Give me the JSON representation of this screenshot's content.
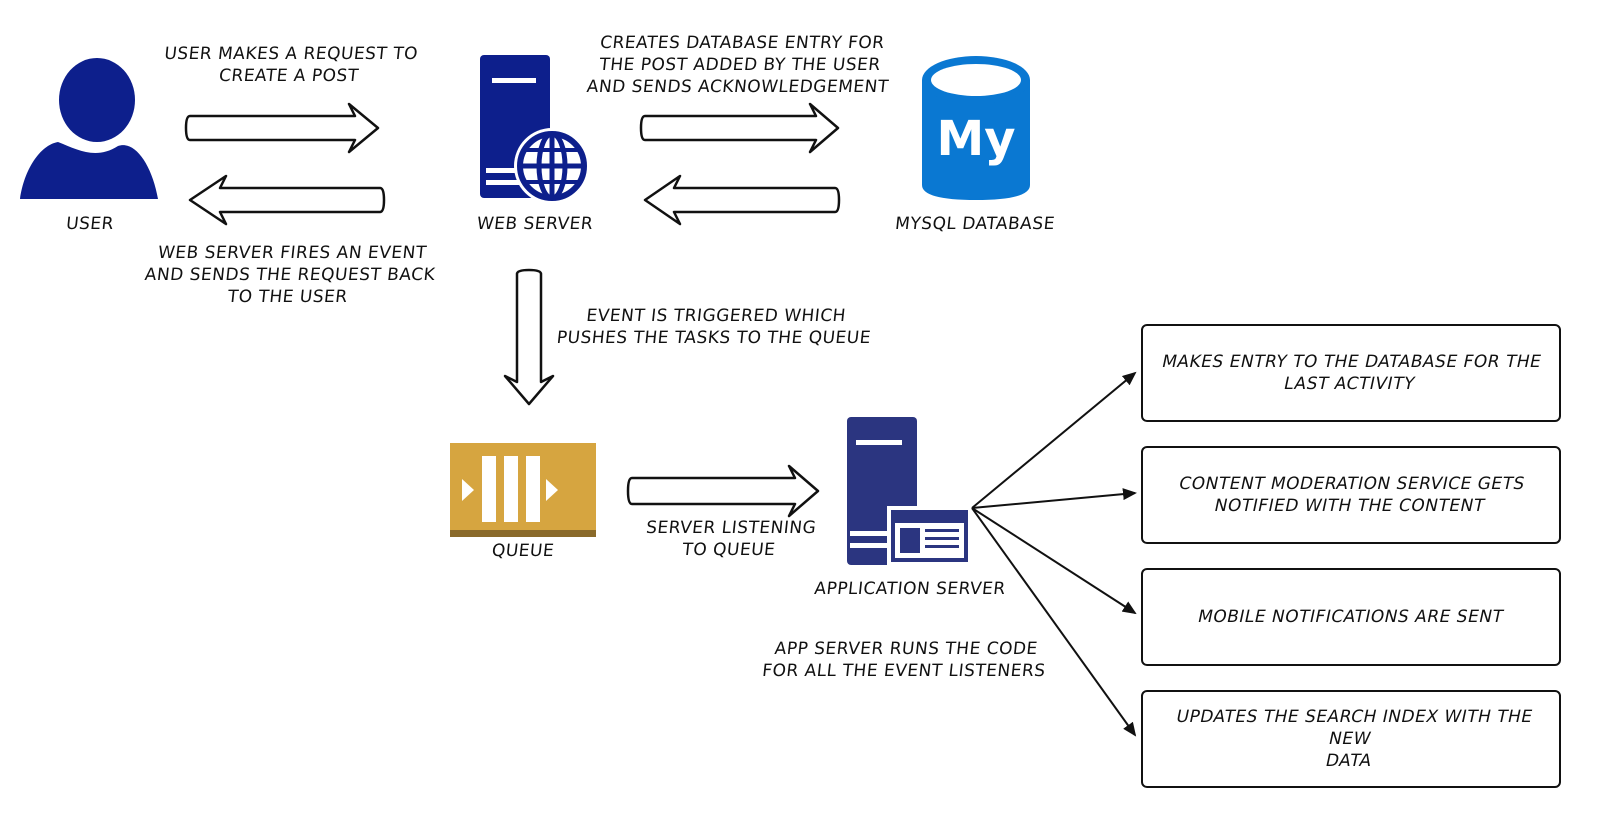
{
  "diagram": {
    "nodes": {
      "user": "USER",
      "web_server": "WEB SERVER",
      "mysql": "MYSQL DATABASE",
      "mysql_logo_text": "My",
      "queue": "QUEUE",
      "app_server": "APPLICATION SERVER"
    },
    "edge_labels": {
      "user_to_web_1": "USER MAKES A REQUEST TO",
      "user_to_web_2": "CREATE A POST",
      "web_to_user_1": "WEB SERVER FIRES AN EVENT",
      "web_to_user_2": "AND SENDS THE REQUEST BACK",
      "web_to_user_3": "TO THE USER",
      "web_to_db_1": "CREATES DATABASE ENTRY FOR",
      "web_to_db_2": "THE POST ADDED BY THE USER",
      "web_to_db_3": "AND SENDS ACKNOWLEDGEMENT",
      "web_to_queue_1": "EVENT IS TRIGGERED WHICH",
      "web_to_queue_2": "PUSHES THE TASKS TO THE QUEUE",
      "queue_to_app_1": "SERVER LISTENING",
      "queue_to_app_2": "TO QUEUE",
      "app_runs_1": "APP SERVER RUNS THE CODE",
      "app_runs_2": "FOR ALL THE EVENT LISTENERS"
    },
    "listeners": [
      {
        "line1": "MAKES ENTRY TO THE DATABASE FOR THE",
        "line2": "LAST ACTIVITY"
      },
      {
        "line1": "CONTENT MODERATION SERVICE GETS",
        "line2": "NOTIFIED WITH THE CONTENT"
      },
      {
        "line1": "MOBILE NOTIFICATIONS ARE SENT",
        "line2": ""
      },
      {
        "line1": "UPDATES THE SEARCH INDEX WITH THE NEW",
        "line2": "DATA"
      }
    ],
    "colors": {
      "navy": "#0d1f8c",
      "app_navy": "#2b3580",
      "mysql_blue": "#0a78d2",
      "queue_gold": "#d6a540",
      "queue_base": "#8a6a2a"
    }
  }
}
